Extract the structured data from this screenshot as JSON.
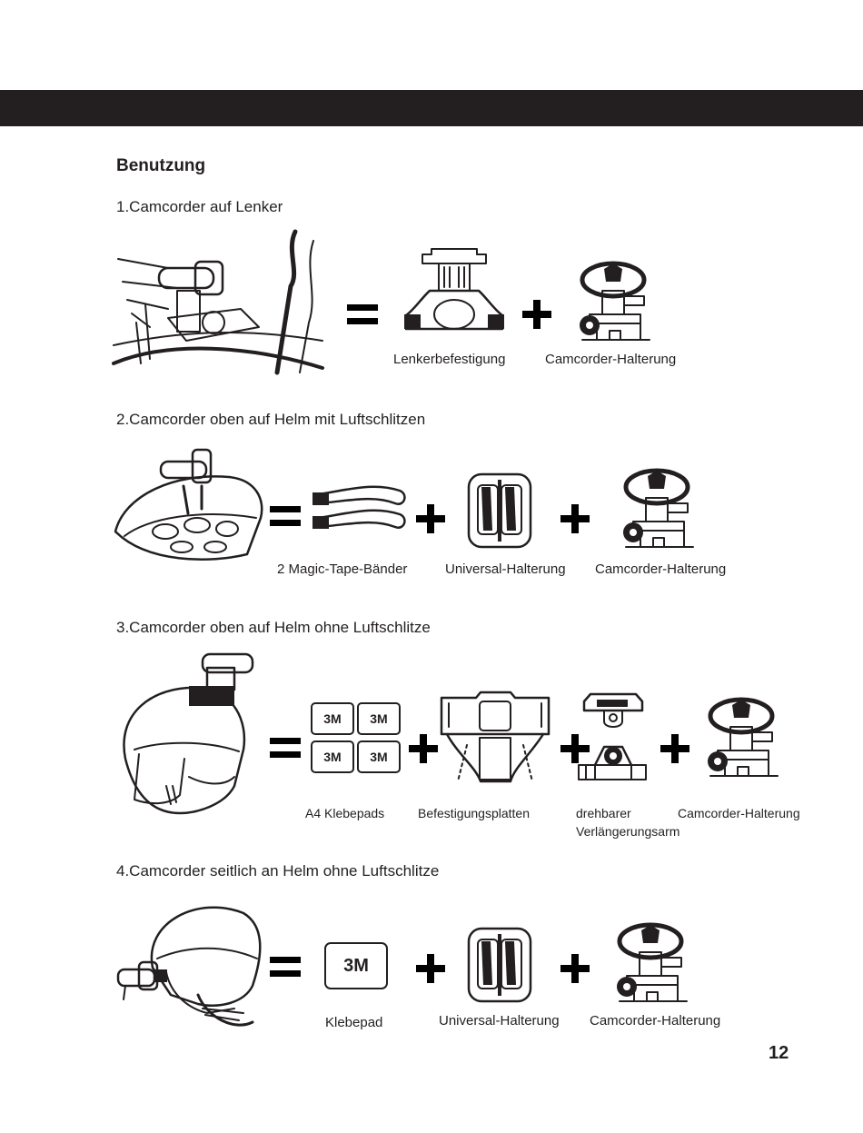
{
  "page": {
    "title": "Benutzung",
    "page_number": "12"
  },
  "sections": [
    {
      "heading": "1.Camcorder auf Lenker",
      "captions": [
        "Lenkerbefestigung",
        "Camcorder-Halterung"
      ]
    },
    {
      "heading": "2.Camcorder oben auf Helm mit Luftschlitzen",
      "captions": [
        "2 Magic-Tape-Bänder",
        "Universal-Halterung",
        "Camcorder-Halterung"
      ]
    },
    {
      "heading": "3.Camcorder oben auf Helm ohne Luftschlitze",
      "captions": [
        "A4 Klebepads",
        "Befestigungsplatten",
        "drehbarer",
        "Verlängerungsarm",
        "Camcorder-Halterung"
      ],
      "pad_label": "3M"
    },
    {
      "heading": "4.Camcorder seitlich an Helm ohne Luftschlitze",
      "captions": [
        "Klebepad",
        "Universal-Halterung",
        "Camcorder-Halterung"
      ],
      "pad_label": "3M"
    }
  ]
}
